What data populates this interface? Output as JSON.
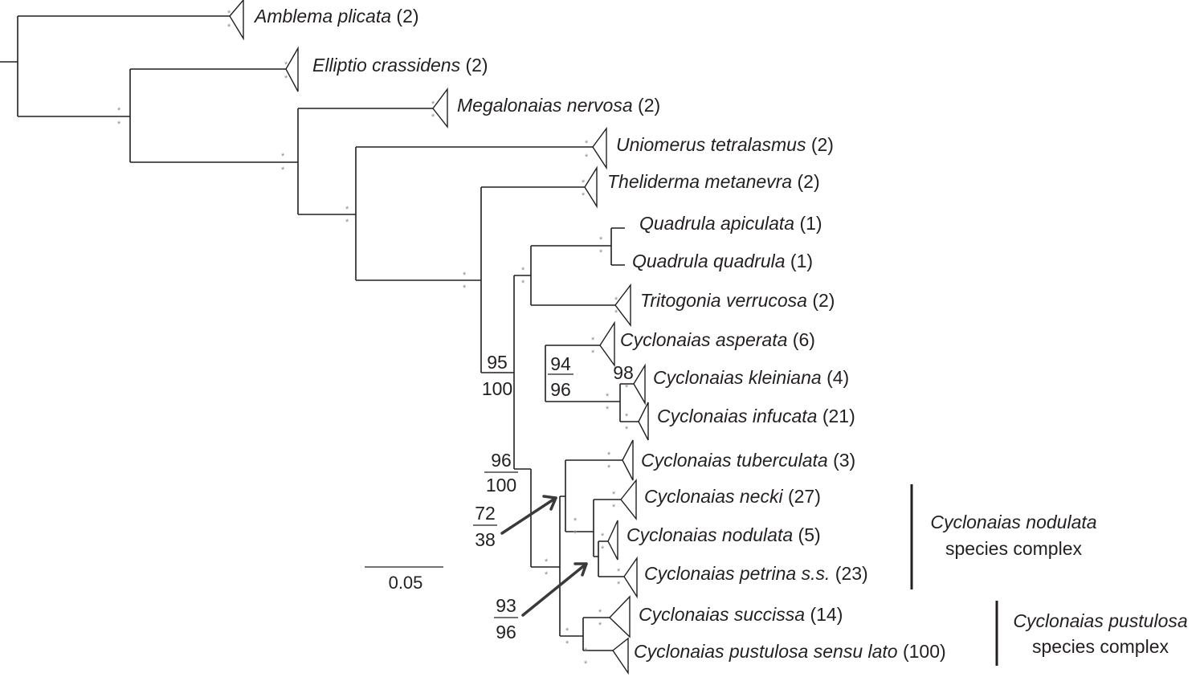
{
  "taxa": [
    {
      "name": "Amblema plicata",
      "count": "(2)"
    },
    {
      "name": "Elliptio crassidens",
      "count": "(2)"
    },
    {
      "name": "Megalonaias nervosa",
      "count": "(2)"
    },
    {
      "name": "Uniomerus tetralasmus",
      "count": "(2)"
    },
    {
      "name": "Theliderma metanevra",
      "count": "(2)"
    },
    {
      "name": "Quadrula apiculata",
      "count": "(1)"
    },
    {
      "name": "Quadrula quadrula",
      "count": "(1)"
    },
    {
      "name": "Tritogonia verrucosa",
      "count": "(2)"
    },
    {
      "name": "Cyclonaias asperata",
      "count": "(6)"
    },
    {
      "name": "Cyclonaias kleiniana",
      "count": "(4)"
    },
    {
      "name": "Cyclonaias infucata",
      "count": "(21)"
    },
    {
      "name": "Cyclonaias tuberculata",
      "count": "(3)"
    },
    {
      "name": "Cyclonaias necki",
      "count": "(27)"
    },
    {
      "name": "Cyclonaias nodulata",
      "count": "(5)"
    },
    {
      "name": "Cyclonaias petrina s.s.",
      "count": "(23)"
    },
    {
      "name": "Cyclonaias succissa",
      "count": "(14)"
    },
    {
      "name": "Cyclonaias pustulosa sensu lato",
      "count": "(100)"
    }
  ],
  "support_values": {
    "node_95_100": {
      "top": "95",
      "bottom": "100"
    },
    "node_94_96": {
      "top": "94",
      "bottom": "96"
    },
    "node_98": {
      "top": "98"
    },
    "node_96_100": {
      "top": "96",
      "bottom": "100"
    },
    "node_72_38": {
      "top": "72",
      "bottom": "38"
    },
    "node_93_96": {
      "top": "93",
      "bottom": "96"
    }
  },
  "support_symbol": "*",
  "species_complexes": [
    {
      "genus": "Cyclonaias nodulata",
      "label": "species complex"
    },
    {
      "genus": "Cyclonaias pustulosa",
      "label": "species complex"
    }
  ],
  "scale_bar": {
    "label": "0.05"
  },
  "colors": {
    "line": "#231f20",
    "asterisk": "#8c8c8c",
    "arrow": "#3a3a3a"
  }
}
